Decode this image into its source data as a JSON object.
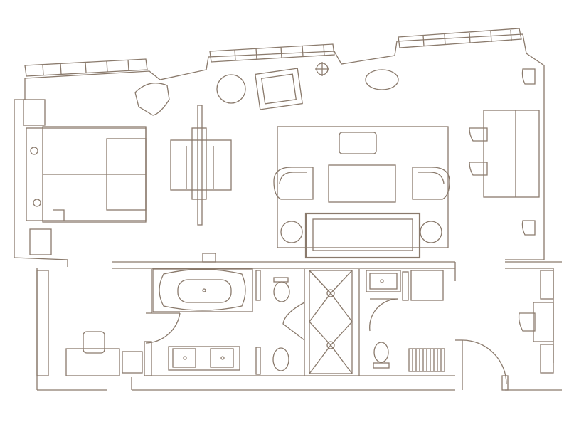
{
  "floor_plan": {
    "colors": {
      "line": "#8a7a6c",
      "background": "#ffffff"
    },
    "rooms": [
      "bedroom",
      "living-area",
      "bathroom",
      "shower",
      "powder-room",
      "closet",
      "entry"
    ]
  }
}
